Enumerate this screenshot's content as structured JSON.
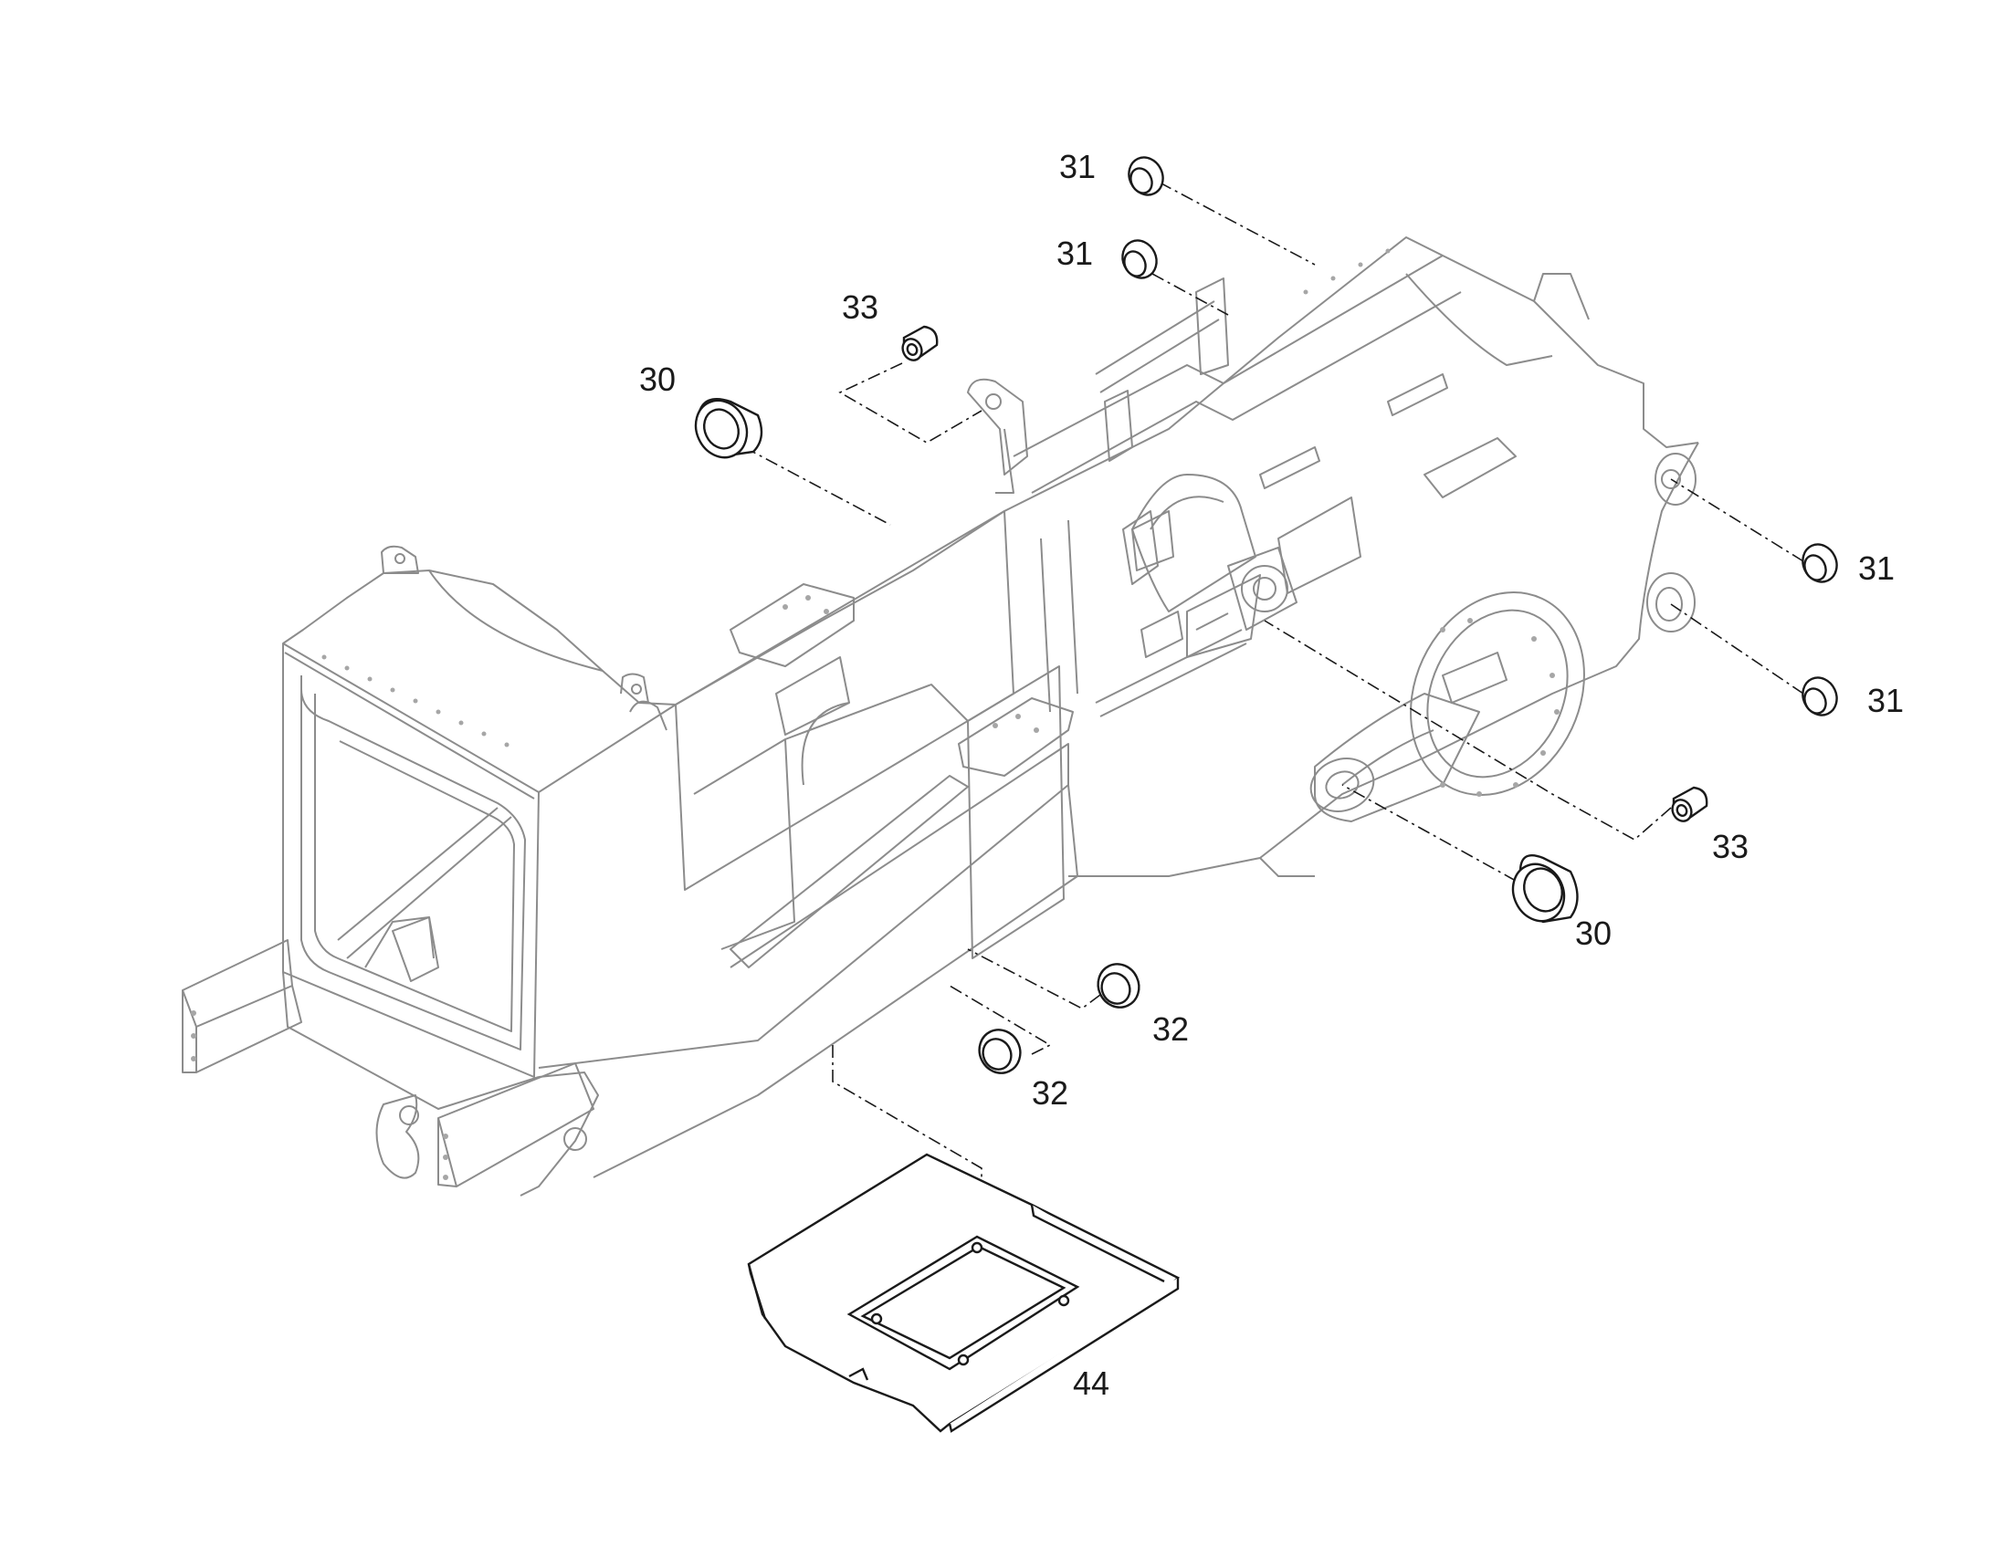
{
  "diagram": {
    "kind": "exploded-parts-view",
    "colors": {
      "line": "#1a1a1a",
      "structure": "#8c8c8c",
      "structure_detail": "#a6a6a6",
      "background": "#ffffff"
    },
    "callouts": [
      {
        "id": "c31a",
        "label": "31",
        "part": "bushing"
      },
      {
        "id": "c31b",
        "label": "31",
        "part": "bushing"
      },
      {
        "id": "c33a",
        "label": "33",
        "part": "pin-sleeve"
      },
      {
        "id": "c30a",
        "label": "30",
        "part": "bearing-ring"
      },
      {
        "id": "c31c",
        "label": "31",
        "part": "bushing"
      },
      {
        "id": "c31d",
        "label": "31",
        "part": "bushing"
      },
      {
        "id": "c33b",
        "label": "33",
        "part": "pin-sleeve"
      },
      {
        "id": "c30b",
        "label": "30",
        "part": "bearing-ring"
      },
      {
        "id": "c32a",
        "label": "32",
        "part": "ring"
      },
      {
        "id": "c32b",
        "label": "32",
        "part": "ring"
      },
      {
        "id": "c44",
        "label": "44",
        "part": "bottom-guard-plate"
      }
    ]
  }
}
